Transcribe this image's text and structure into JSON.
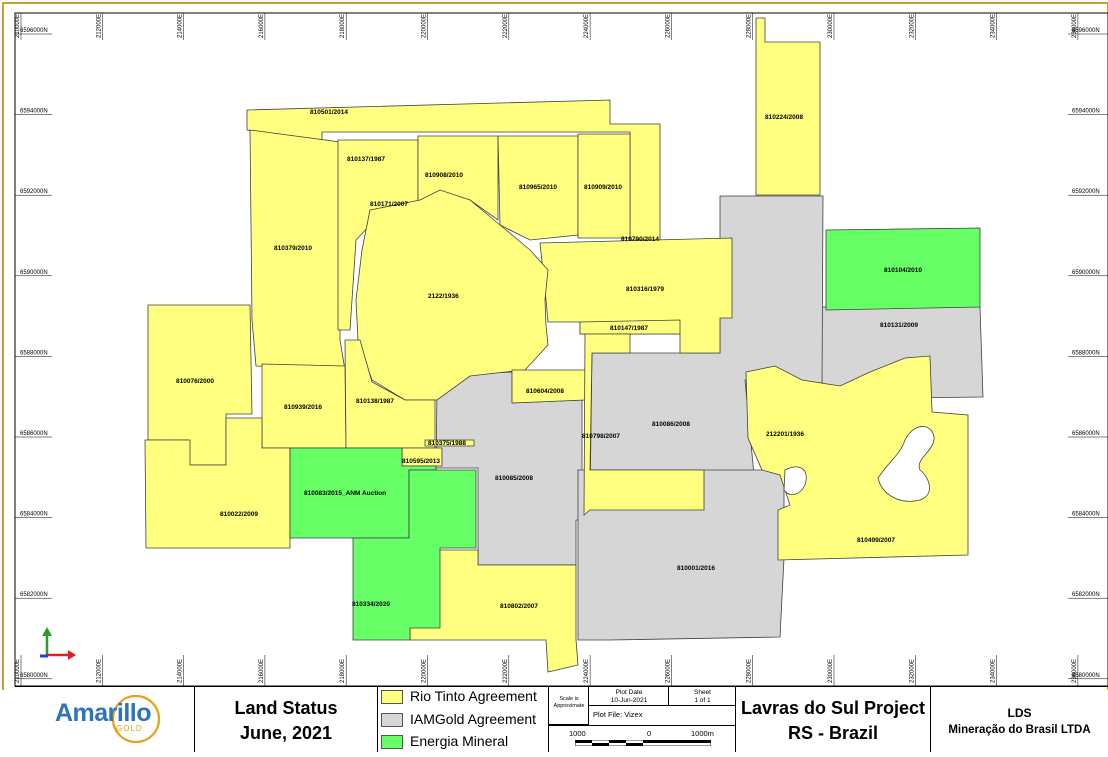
{
  "map": {
    "easting_labels": [
      "210000E",
      "212000E",
      "214000E",
      "216000E",
      "218000E",
      "220000E",
      "222000E",
      "224000E",
      "226000E",
      "228000E",
      "230000E",
      "232000E",
      "234000E",
      "236000E"
    ],
    "northing_labels": [
      "6596000N",
      "6594000N",
      "6592000N",
      "6590000N",
      "6588000N",
      "6586000N",
      "6584000N",
      "6582000N",
      "6580000N"
    ],
    "colors": {
      "yellow": "#ffff80",
      "gray": "#d6d6d6",
      "green": "#66ff66",
      "border": "#404040"
    },
    "tenements": [
      {
        "id": "810501/2014",
        "color": "yellow"
      },
      {
        "id": "810224/2008",
        "color": "yellow"
      },
      {
        "id": "810137/1987",
        "color": "yellow"
      },
      {
        "id": "810908/2010",
        "color": "yellow"
      },
      {
        "id": "810965/2010",
        "color": "yellow"
      },
      {
        "id": "810909/2010",
        "color": "yellow"
      },
      {
        "id": "810171/2007",
        "color": "yellow"
      },
      {
        "id": "810790/2014",
        "color": "yellow"
      },
      {
        "id": "810379/2010",
        "color": "yellow"
      },
      {
        "id": "2122/1936",
        "color": "yellow"
      },
      {
        "id": "810104/2010",
        "color": "green"
      },
      {
        "id": "810316/1979",
        "color": "yellow"
      },
      {
        "id": "810147/1987",
        "color": "yellow"
      },
      {
        "id": "810131/2009",
        "color": "gray"
      },
      {
        "id": "810076/2000",
        "color": "yellow"
      },
      {
        "id": "810604/2008",
        "color": "yellow"
      },
      {
        "id": "810939/2016",
        "color": "yellow"
      },
      {
        "id": "810138/1987",
        "color": "yellow"
      },
      {
        "id": "810086/2008",
        "color": "gray"
      },
      {
        "id": "212201/1936",
        "color": "yellow"
      },
      {
        "id": "810798/2007",
        "color": "yellow"
      },
      {
        "id": "810375/1988",
        "color": "yellow"
      },
      {
        "id": "810595/2013",
        "color": "yellow"
      },
      {
        "id": "810085/2008",
        "color": "gray"
      },
      {
        "id": "810083/2015_ANM Auction",
        "color": "green"
      },
      {
        "id": "810022/2009",
        "color": "yellow"
      },
      {
        "id": "810499/2007",
        "color": "yellow"
      },
      {
        "id": "810001/2016",
        "color": "gray"
      },
      {
        "id": "810334/2020",
        "color": "green"
      },
      {
        "id": "810802/2007",
        "color": "yellow"
      }
    ]
  },
  "titleblock": {
    "logo_word": "Amarillo",
    "logo_sub": "GOLD",
    "title_line1": "Land Status",
    "title_line2": "June, 2021",
    "legend": [
      {
        "label": "Rio Tinto Agreement",
        "color": "#ffff80"
      },
      {
        "label": "IAMGold Agreement",
        "color": "#d6d6d6"
      },
      {
        "label": "Energia Mineral",
        "color": "#66ff66"
      }
    ],
    "scale_label": "Scale is Approximate",
    "plot_date_label": "Plot Date",
    "plot_date": "10-Jun-2021",
    "sheet_label": "Sheet",
    "sheet_value": "1 of 1",
    "plot_file": "Plot File: Vizex",
    "scale_left": "1000",
    "scale_mid": "0",
    "scale_right": "1000m",
    "project_line1": "Lavras do Sul Project",
    "project_line2": "RS - Brazil",
    "company_line1": "LDS",
    "company_line2": "Mineração do Brasil LTDA"
  }
}
